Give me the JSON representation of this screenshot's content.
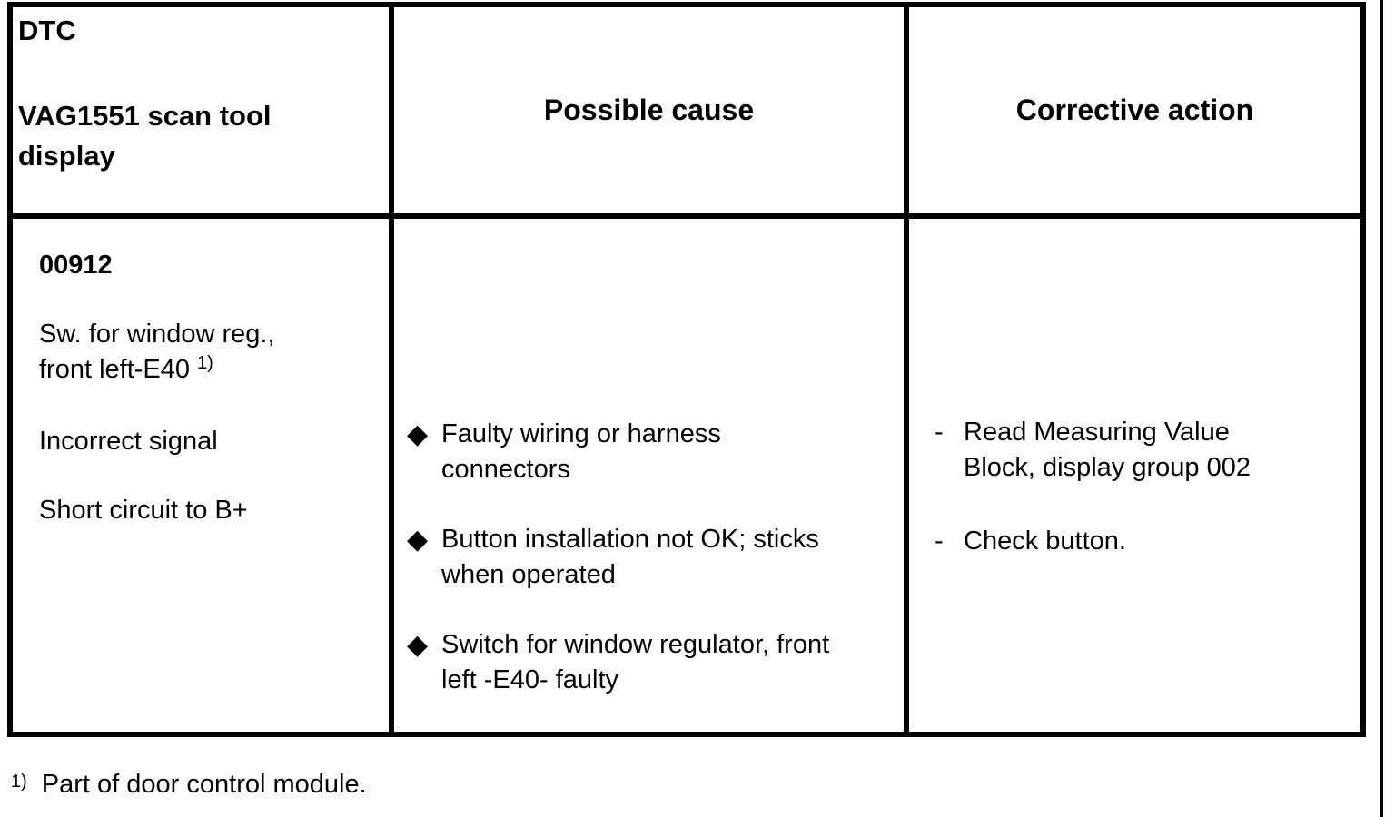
{
  "page": {
    "background": "#ffffff",
    "ink": "#000000"
  },
  "table": {
    "header": {
      "dtc_line1": "DTC",
      "dtc_line2": "VAG1551 scan tool",
      "dtc_line3": "display",
      "possible_cause": "Possible cause",
      "corrective_action": "Corrective action"
    },
    "row": {
      "code": "00912",
      "component_line1": "Sw. for window reg.,",
      "component_line2": "front left-E40",
      "component_footnote_ref": "1)",
      "symptom_1": "Incorrect signal",
      "symptom_2": "Short circuit to B+"
    },
    "causes": {
      "marker": "◆",
      "items": [
        {
          "line1": "Faulty wiring or harness",
          "line2": "connectors"
        },
        {
          "line1": "Button installation not OK; sticks",
          "line2": "when operated"
        },
        {
          "line1": "Switch for window regulator, front",
          "line2": "left -E40- faulty"
        }
      ]
    },
    "actions": {
      "marker": "-",
      "items": [
        {
          "line1": "Read Measuring Value",
          "line2": "Block, display group 002"
        },
        {
          "line1": "Check button."
        }
      ]
    }
  },
  "footnote": {
    "marker": "1)",
    "text": "Part of door control module."
  }
}
